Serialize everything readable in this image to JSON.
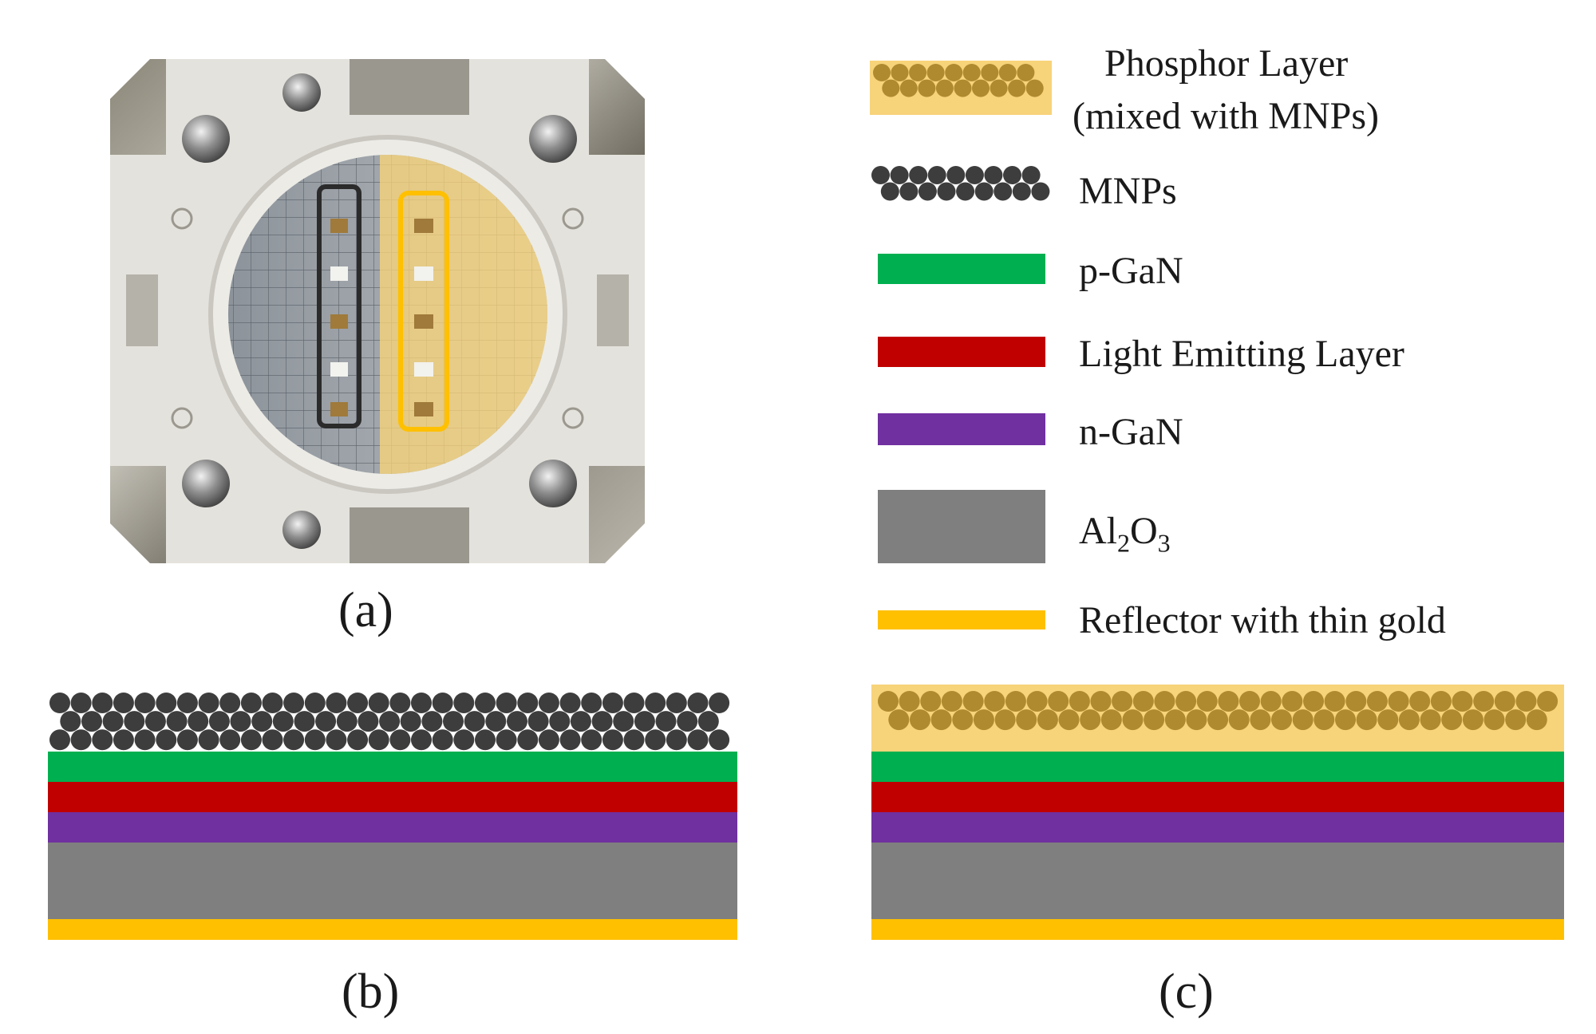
{
  "panels": {
    "a": "(a)",
    "b": "(b)",
    "c": "(c)"
  },
  "legend": {
    "phosphor_line1": "Phosphor Layer",
    "phosphor_line2": "(mixed with MNPs)",
    "mnps": "MNPs",
    "p_gan": "p-GaN",
    "light_emitting": "Light Emitting Layer",
    "n_gan": "n-GaN",
    "al2o3_base": "Al",
    "al2o3_sub1": "2",
    "al2o3_mid": "O",
    "al2o3_sub2": "3",
    "reflector": "Reflector with thin gold"
  },
  "colors": {
    "phosphor_bg": "#f7d37a",
    "phosphor_dot": "#b08a2e",
    "mnp_dot": "#3d3d3d",
    "p_gan": "#00b050",
    "light_emitting": "#c00000",
    "n_gan": "#7030a0",
    "al2o3": "#7f7f7f",
    "reflector": "#ffc000",
    "highlight_black": "#2b2b2b",
    "highlight_yellow": "#ffc000"
  }
}
